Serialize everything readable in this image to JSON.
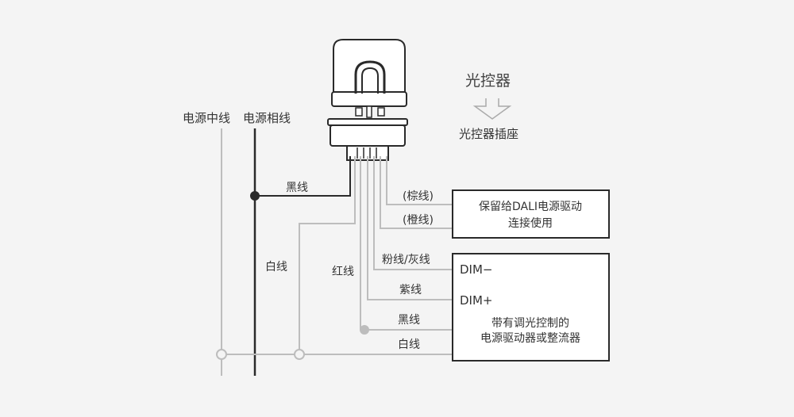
{
  "labels": {
    "neutral_line": "电源中线",
    "phase_line": "电源相线",
    "photocontrol": "光控器",
    "socket": "光控器插座",
    "black_wire_top": "黑线",
    "brown_wire": "(棕线)",
    "orange_wire": "(橙线)",
    "white_wire_left": "白线",
    "red_wire": "红线",
    "pink_gray_wire": "粉线/灰线",
    "purple_wire": "紫线",
    "black_wire_bottom": "黑线",
    "white_wire_bottom": "白线"
  },
  "boxes": {
    "dali_line1": "保留给DALI电源驱动",
    "dali_line2": "连接使用",
    "dim_minus": "DIM−",
    "dim_plus": "DIM+",
    "driver_line1": "带有调光控制的",
    "driver_line2": "电源驱动器或整流器"
  },
  "colors": {
    "dark_wire": "#2a2a2a",
    "light_wire": "#bdbdbd",
    "background": "#f4f4f4"
  }
}
